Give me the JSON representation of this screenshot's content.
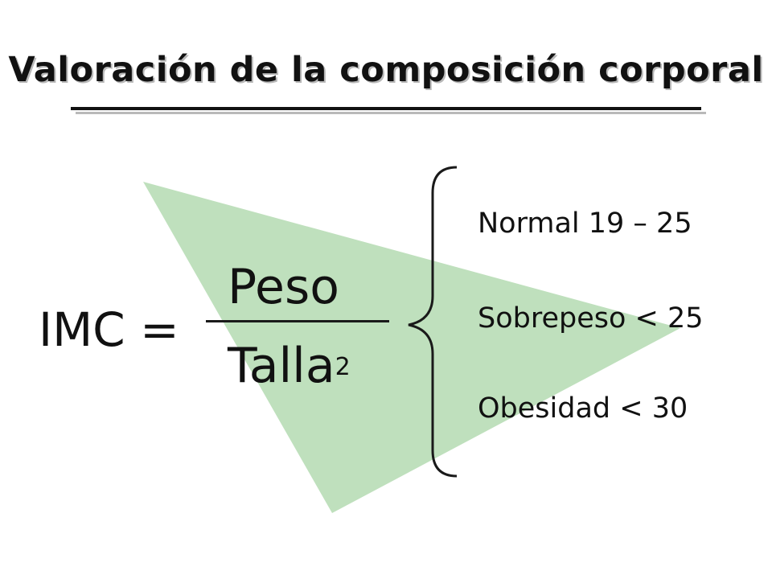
{
  "slide": {
    "title": "Valoración de la composición corporal"
  },
  "formula": {
    "lhs": "IMC =",
    "numerator": "Peso",
    "denominator": "Talla",
    "exponent": "2"
  },
  "categories": [
    {
      "label": "Normal 19 – 25"
    },
    {
      "label": "Sobrepeso < 25"
    },
    {
      "label": "Obesidad < 30"
    }
  ],
  "colors": {
    "accent_green": "#bfe0bd",
    "text": "#111111",
    "title_shadow": "#b9b9b9"
  }
}
